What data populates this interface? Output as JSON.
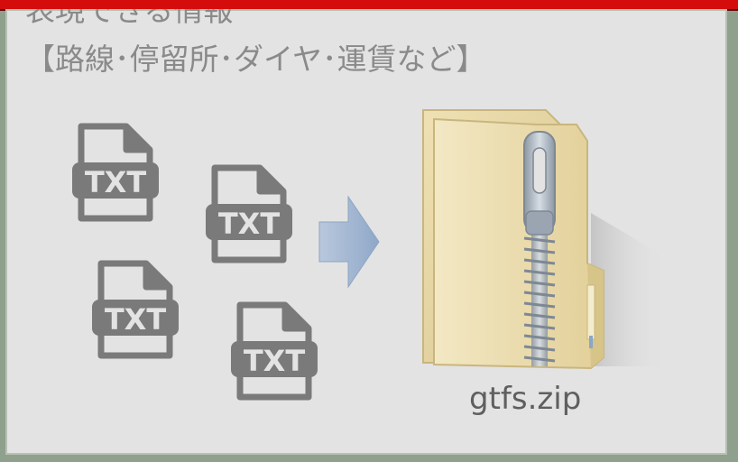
{
  "heading": {
    "line1": "表現できる情報",
    "line2": "【路線･停留所･ダイヤ･運賃など】"
  },
  "txt_files": [
    {
      "label": "TXT"
    },
    {
      "label": "TXT"
    },
    {
      "label": "TXT"
    },
    {
      "label": "TXT"
    }
  ],
  "zip": {
    "label": "gtfs.zip"
  },
  "colors": {
    "top_bar": "#d40c0c",
    "panel": "#e3e3e3",
    "txt_icon": "#7a7a7a",
    "arrow": "#9fb4cf",
    "folder": "#e8d8a8",
    "zipper": "#a9b4bf"
  },
  "icons": [
    "txt-file-icon",
    "right-arrow-icon",
    "zip-folder-icon"
  ]
}
